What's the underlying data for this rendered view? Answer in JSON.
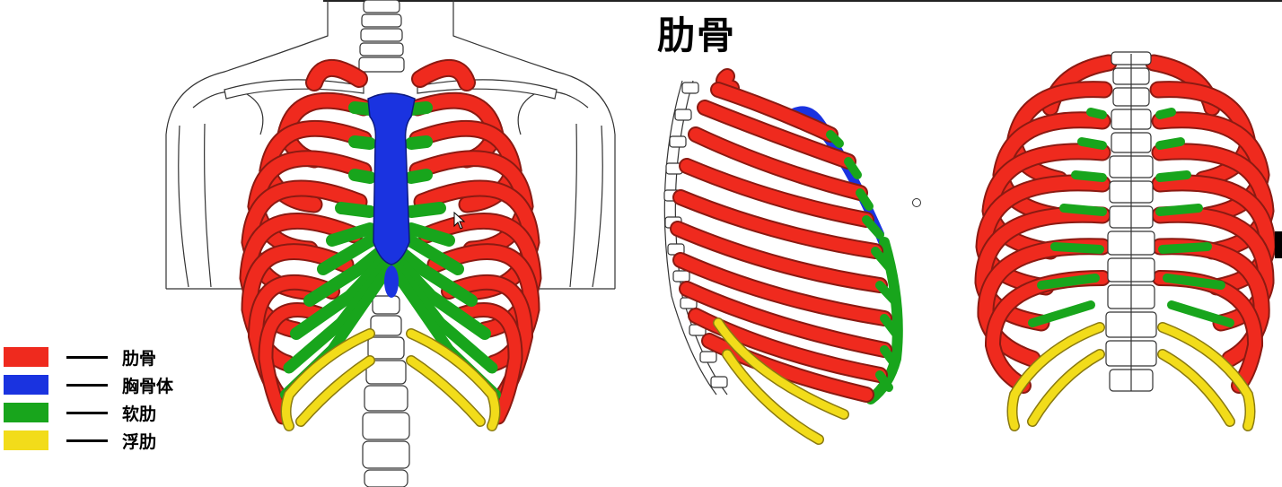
{
  "title": "肋骨",
  "legend": {
    "items": [
      {
        "label": "肋骨",
        "color": "#ef2a1e"
      },
      {
        "label": "胸骨体",
        "color": "#1a33e0"
      },
      {
        "label": "软肋",
        "color": "#18a51c"
      },
      {
        "label": "浮肋",
        "color": "#f2dc1a"
      }
    ]
  },
  "colors": {
    "rib": "#ef2a1e",
    "sternum": "#1a33e0",
    "cartilage": "#18a51c",
    "floating_rib": "#f2dc1a",
    "bone_outline": "#333333"
  },
  "views": [
    {
      "name": "anterior-view"
    },
    {
      "name": "lateral-view"
    },
    {
      "name": "posterior-view"
    }
  ]
}
